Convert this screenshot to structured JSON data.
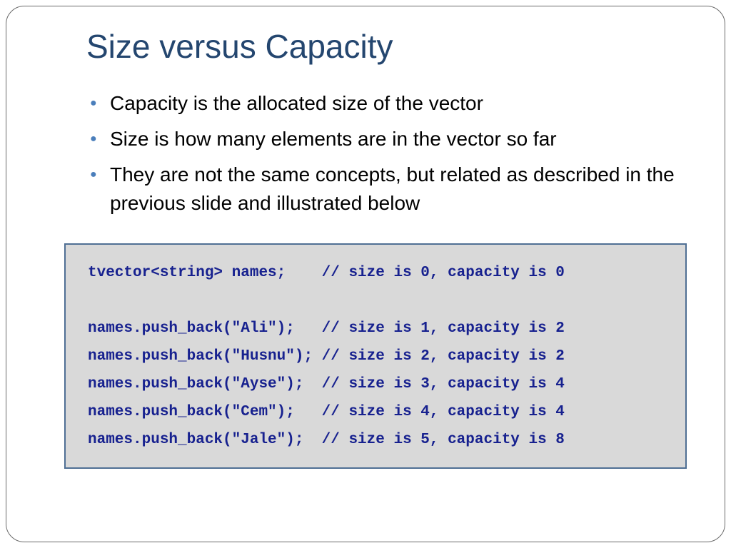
{
  "slide": {
    "title": "Size versus Capacity",
    "bullets": [
      "Capacity is the allocated size of the vector",
      "Size is how many elements are in the vector so far",
      "They are not the same concepts, but related as described in the previous slide and illustrated below"
    ],
    "code_lines": [
      "tvector<string> names;    // size is 0, capacity is 0",
      "",
      "names.push_back(\"Ali\");   // size is 1, capacity is 2",
      "names.push_back(\"Husnu\"); // size is 2, capacity is 2",
      "names.push_back(\"Ayse\");  // size is 3, capacity is 4",
      "names.push_back(\"Cem\");   // size is 4, capacity is 4",
      "names.push_back(\"Jale\");  // size is 5, capacity is 8"
    ]
  },
  "colors": {
    "title": "#24466f",
    "bullet_marker": "#4a7ebb",
    "code_text": "#17218f",
    "code_background": "#d9d9d9",
    "code_border": "#4f6f94"
  },
  "icons": {
    "bullet": "circle-bullet-icon"
  }
}
